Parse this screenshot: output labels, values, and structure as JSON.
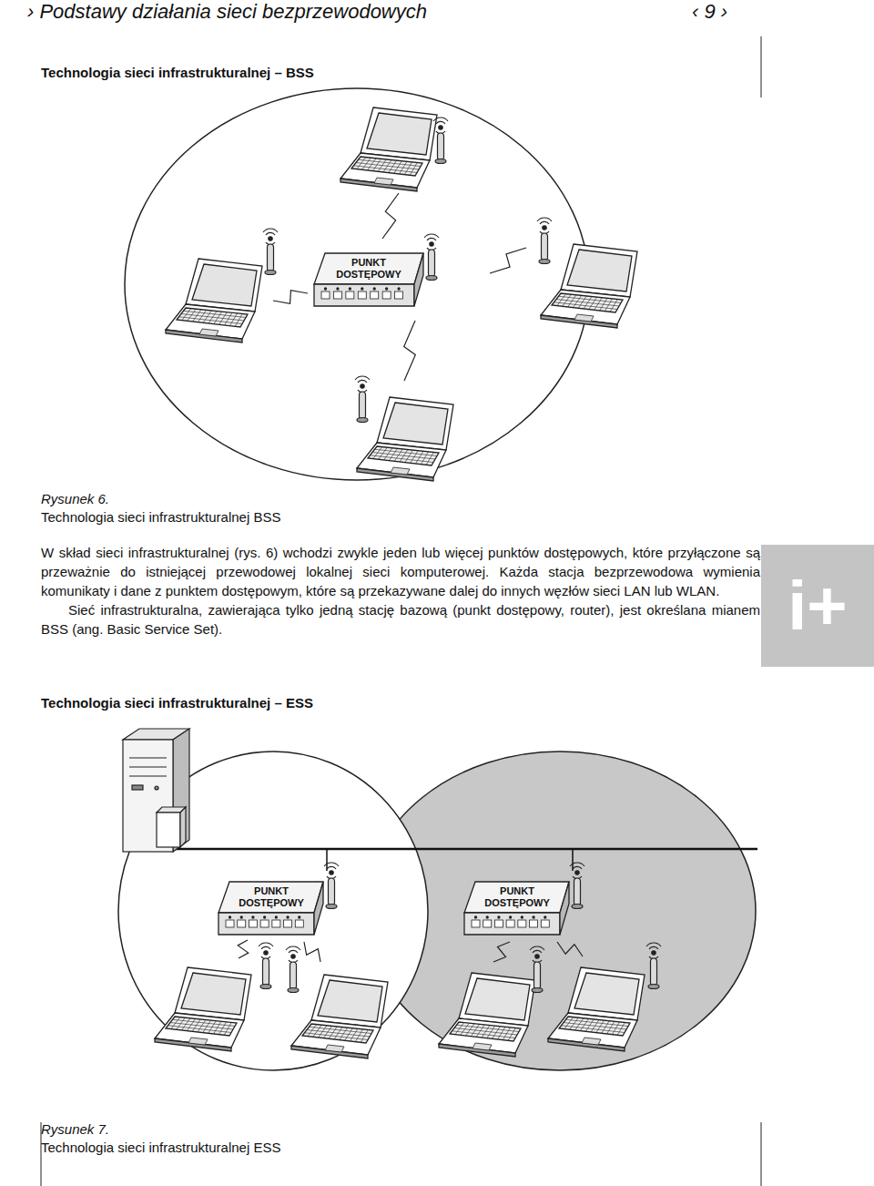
{
  "diagram": {
    "nodes": [
      {
        "text": [
          "PUNKT DOSTĘPOWY"
        ]
      },
      {
        "text": [
          "PUNKT DOSTĘPOWY"
        ]
      },
      {
        "text": [
          "PUNKT DOSTĘPOWY"
        ]
      }
    ],
    "labels": [
      "› Podstawy działania sieci bezprzewodowych",
      "‹ 9 ›",
      "Technologia sieci infrastrukturalnej – BSS",
      "Rysunek 6.",
      "Technologia sieci infrastrukturalnej BSS",
      "W skład sieci infrastrukturalnej (rys. 6) wchodzi zwykle jeden lub więcej punktów dostępowych, które przyłączone są przeważnie do istniejącej przewodowej lokalnej sieci komputerowej. Każda stacja bezprzewodowa wymienia komunikaty i dane z punktem dostępowym, które są przekazywane dalej do innych węzłów sieci LAN lub WLAN.",
      "Sieć infrastrukturalna, zawierająca tylko jedną stację bazową (punkt dostępowy, router), jest określana mianem BSS (ang. Basic Service Set).",
      "i+",
      "Technologia sieci infrastrukturalnej – ESS",
      "Rysunek 7.",
      "Technologia sieci infrastrukturalnej ESS"
    ]
  }
}
